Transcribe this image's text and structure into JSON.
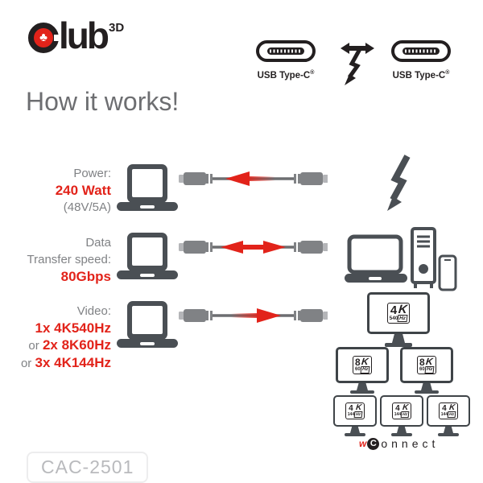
{
  "logo": {
    "club_symbol": "♣",
    "text_rest": "lub",
    "suffix": "3D"
  },
  "header": {
    "left_connector_label": "USB Type-C",
    "right_connector_label": "USB Type-C",
    "reg_mark": "®"
  },
  "title": "How it works!",
  "rows": [
    {
      "name": "power",
      "lines": [
        {
          "prefix": "",
          "text": "Power:"
        },
        {
          "prefix": "",
          "text": "240 Watt"
        },
        {
          "prefix": "",
          "text": "(48V/5A)"
        }
      ],
      "arrow": "left"
    },
    {
      "name": "data",
      "lines": [
        {
          "prefix": "",
          "text": "Data"
        },
        {
          "prefix": "",
          "text": "Transfer speed:"
        },
        {
          "prefix": "",
          "text": "80Gbps"
        }
      ],
      "arrow": "both"
    },
    {
      "name": "video",
      "lines": [
        {
          "prefix": "",
          "text": "Video:"
        },
        {
          "prefix": "",
          "text": "1x 4K540Hz"
        },
        {
          "prefix": "or ",
          "text": "2x 8K60Hz"
        },
        {
          "prefix": "or ",
          "text": "3x 4K144Hz"
        }
      ],
      "arrow": "right"
    }
  ],
  "monitors": {
    "single": {
      "num": "4",
      "k": "K",
      "rate": "540",
      "hz": "Hz"
    },
    "dual": {
      "num": "8",
      "k": "K",
      "rate": "60",
      "hz": "Hz"
    },
    "triple": {
      "num": "4",
      "k": "K",
      "rate": "144",
      "hz": "Hz"
    }
  },
  "footer": {
    "brand_w": "w",
    "brand_c": "C",
    "brand_rest": "onnect",
    "product_code": "CAC-2501"
  },
  "colors": {
    "red": "#e2231a",
    "dark": "#4a4f54",
    "gray": "#808285"
  }
}
